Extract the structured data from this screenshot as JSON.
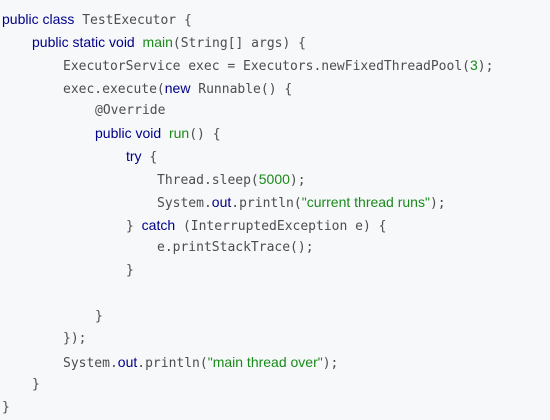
{
  "code": {
    "l1": {
      "kw": "public class",
      "rest": " TestExecutor {"
    },
    "l2": {
      "kw": "public static void",
      "sp": " ",
      "fn": "main",
      "rest": "(String[] args) {"
    },
    "l3": {
      "pre": "ExecutorService exec = Executors.newFixedThreadPool(",
      "num": "3",
      "post": ");"
    },
    "l4": {
      "pre": "exec.execute(",
      "kw": "new",
      "post": " Runnable() {"
    },
    "l5": {
      "text": "@Override"
    },
    "l6": {
      "kw": "public void",
      "sp": " ",
      "fn": "run",
      "rest": "() {"
    },
    "l7": {
      "kw": "try",
      "rest": " {"
    },
    "l8": {
      "pre": "Thread.sleep(",
      "num": "5000",
      "post": ");"
    },
    "l9": {
      "pre": "System.",
      "field": "out",
      "mid": ".println(",
      "str": "\"current thread runs\"",
      "post": ");"
    },
    "l10": {
      "pre": "} ",
      "kw": "catch",
      "post": " (InterruptedException e) {"
    },
    "l11": {
      "text": "e.printStackTrace();"
    },
    "l12": {
      "text": "}"
    },
    "l13": {
      "text": ""
    },
    "l14": {
      "text": "}"
    },
    "l15": {
      "text": "});"
    },
    "l16": {
      "pre": "System.",
      "field": "out",
      "mid": ".println(",
      "str": "\"main thread over\"",
      "post": ");"
    },
    "l17": {
      "text": "}"
    },
    "l18": {
      "text": "}"
    }
  },
  "colors": {
    "background": "#f6f8fa",
    "keyword": "#000088",
    "function": "#1a8a1a",
    "number": "#1a8a1a",
    "string": "#1a8a1a",
    "plain": "#4d4d4d"
  }
}
